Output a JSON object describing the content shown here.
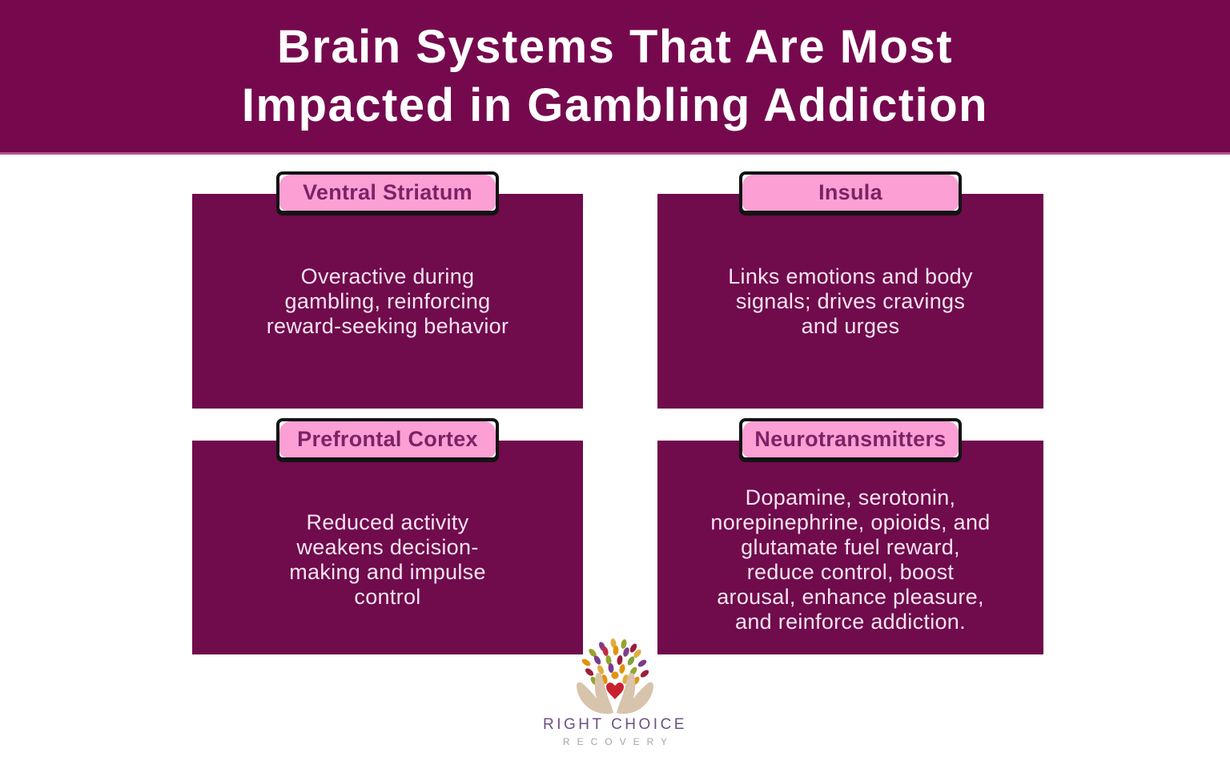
{
  "title": {
    "lines": [
      "Brain Systems That Are Most",
      "Impacted in Gambling Addiction"
    ]
  },
  "cards": [
    {
      "label": "Ventral Striatum",
      "description": "Overactive during gambling, reinforcing reward-seeking behavior",
      "description_lines": [
        "Overactive during",
        "gambling, reinforcing",
        "reward-seeking behavior"
      ]
    },
    {
      "label": "Insula",
      "description": "Links emotions and body signals; drives cravings and urges",
      "description_lines": [
        "Links emotions and body",
        "signals; drives cravings",
        "and urges"
      ]
    },
    {
      "label": "Prefrontal Cortex",
      "description": "Reduced activity weakens decision-making and impulse control",
      "description_lines": [
        "Reduced activity",
        "weakens decision-",
        "making and impulse",
        "control"
      ]
    },
    {
      "label": "Neurotransmitters",
      "description": "Dopamine, serotonin, norepinephrine, opioids, and glutamate fuel reward, reduce control, boost arousal, enhance pleasure, and reinforce addiction.",
      "description_lines": [
        "Dopamine, serotonin,",
        "norepinephrine, opioids, and",
        "glutamate fuel reward,",
        "reduce control, boost",
        "arousal, enhance pleasure,",
        "and reinforce addiction."
      ]
    }
  ],
  "logo": {
    "icon": "hands-tree-logo",
    "name": "RIGHT CHOICE",
    "tagline": "RECOVERY"
  },
  "colors": {
    "header_bg": "#76094E",
    "card_bg": "#700B4C",
    "tab_bg": "#FC9FD4",
    "tab_border": "#131313",
    "tab_text": "#7B2366",
    "card_text": "#F7E3F0",
    "title_text": "#FFFFFF",
    "logo_name_text": "#6E5180",
    "logo_tagline_text": "#A9A3A9"
  }
}
